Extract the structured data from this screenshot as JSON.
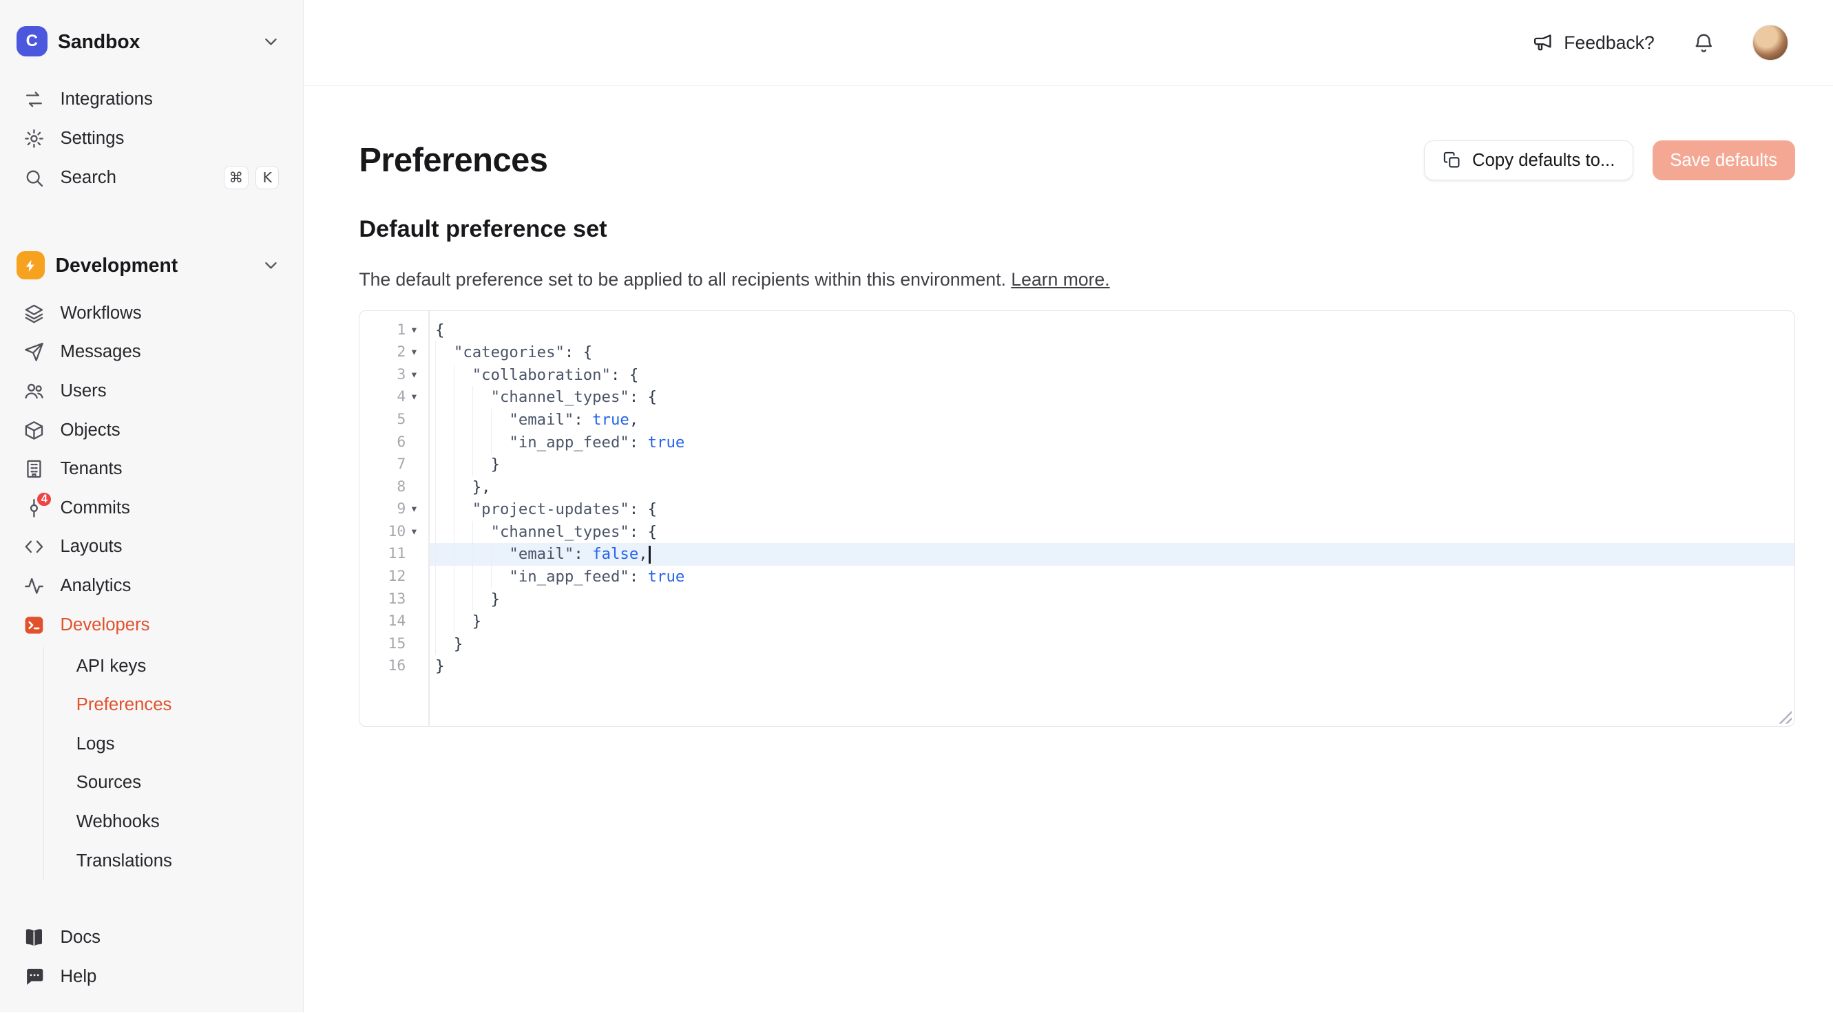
{
  "theme": {
    "accent": "#e0512c",
    "accent-soft": "#f4a893",
    "logo-bg": "#4b57dd",
    "env-icon-bg": "#f6a21e",
    "badge-bg": "#ef4444",
    "active-line-bg": "#eaf2fc",
    "code-key": "#4a5568",
    "code-punct": "#2d3a4a",
    "code-bool": "#2563eb"
  },
  "workspace": {
    "name": "Sandbox",
    "logo_letter": "C"
  },
  "sidebar": {
    "top_items": [
      {
        "label": "Integrations",
        "icon": "integrations-icon"
      },
      {
        "label": "Settings",
        "icon": "gear-icon"
      },
      {
        "label": "Search",
        "icon": "search-icon",
        "shortcut": [
          "⌘",
          "K"
        ]
      }
    ],
    "environment": {
      "name": "Development"
    },
    "env_items": [
      {
        "label": "Workflows",
        "icon": "workflows-icon"
      },
      {
        "label": "Messages",
        "icon": "messages-icon"
      },
      {
        "label": "Users",
        "icon": "users-icon"
      },
      {
        "label": "Objects",
        "icon": "objects-icon"
      },
      {
        "label": "Tenants",
        "icon": "tenants-icon"
      },
      {
        "label": "Commits",
        "icon": "commits-icon",
        "badge": "4"
      },
      {
        "label": "Layouts",
        "icon": "layouts-icon"
      },
      {
        "label": "Analytics",
        "icon": "analytics-icon"
      },
      {
        "label": "Developers",
        "icon": "developers-icon",
        "active": true
      }
    ],
    "developer_subitems": [
      {
        "label": "API keys"
      },
      {
        "label": "Preferences",
        "active": true
      },
      {
        "label": "Logs"
      },
      {
        "label": "Sources"
      },
      {
        "label": "Webhooks"
      },
      {
        "label": "Translations"
      }
    ],
    "bottom_items": [
      {
        "label": "Docs",
        "icon": "docs-icon"
      },
      {
        "label": "Help",
        "icon": "help-icon"
      }
    ]
  },
  "header": {
    "feedback_label": "Feedback?"
  },
  "page": {
    "title": "Preferences",
    "copy_button_label": "Copy defaults to...",
    "save_button_label": "Save defaults",
    "section_title": "Default preference set",
    "description": "The default preference set to be applied to all recipients within this environment.",
    "learn_more_label": "Learn more."
  },
  "editor": {
    "active_line": 11,
    "lines": [
      {
        "n": 1,
        "indent": 0,
        "fold": true,
        "tokens": [
          [
            "{",
            "punct"
          ]
        ]
      },
      {
        "n": 2,
        "indent": 1,
        "fold": true,
        "tokens": [
          [
            "\"categories\"",
            "key"
          ],
          [
            ": ",
            "punct"
          ],
          [
            "{",
            "punct"
          ]
        ]
      },
      {
        "n": 3,
        "indent": 2,
        "fold": true,
        "tokens": [
          [
            "\"collaboration\"",
            "key"
          ],
          [
            ": ",
            "punct"
          ],
          [
            "{",
            "punct"
          ]
        ]
      },
      {
        "n": 4,
        "indent": 3,
        "fold": true,
        "tokens": [
          [
            "\"channel_types\"",
            "key"
          ],
          [
            ": ",
            "punct"
          ],
          [
            "{",
            "punct"
          ]
        ]
      },
      {
        "n": 5,
        "indent": 4,
        "tokens": [
          [
            "\"email\"",
            "key"
          ],
          [
            ": ",
            "punct"
          ],
          [
            "true",
            "bool"
          ],
          [
            ",",
            "punct"
          ]
        ]
      },
      {
        "n": 6,
        "indent": 4,
        "tokens": [
          [
            "\"in_app_feed\"",
            "key"
          ],
          [
            ": ",
            "punct"
          ],
          [
            "true",
            "bool"
          ]
        ]
      },
      {
        "n": 7,
        "indent": 3,
        "tokens": [
          [
            "}",
            "punct"
          ]
        ]
      },
      {
        "n": 8,
        "indent": 2,
        "tokens": [
          [
            "},",
            "punct"
          ]
        ]
      },
      {
        "n": 9,
        "indent": 2,
        "fold": true,
        "tokens": [
          [
            "\"project-updates\"",
            "key"
          ],
          [
            ": ",
            "punct"
          ],
          [
            "{",
            "punct"
          ]
        ]
      },
      {
        "n": 10,
        "indent": 3,
        "fold": true,
        "tokens": [
          [
            "\"channel_types\"",
            "key"
          ],
          [
            ": ",
            "punct"
          ],
          [
            "{",
            "punct"
          ]
        ]
      },
      {
        "n": 11,
        "indent": 4,
        "cursor": true,
        "tokens": [
          [
            "\"email\"",
            "key"
          ],
          [
            ": ",
            "punct"
          ],
          [
            "false",
            "bool"
          ],
          [
            ",",
            "punct"
          ]
        ]
      },
      {
        "n": 12,
        "indent": 4,
        "tokens": [
          [
            "\"in_app_feed\"",
            "key"
          ],
          [
            ": ",
            "punct"
          ],
          [
            "true",
            "bool"
          ]
        ]
      },
      {
        "n": 13,
        "indent": 3,
        "tokens": [
          [
            "}",
            "punct"
          ]
        ]
      },
      {
        "n": 14,
        "indent": 2,
        "tokens": [
          [
            "}",
            "punct"
          ]
        ]
      },
      {
        "n": 15,
        "indent": 1,
        "tokens": [
          [
            "}",
            "punct"
          ]
        ]
      },
      {
        "n": 16,
        "indent": 0,
        "tokens": [
          [
            "}",
            "punct"
          ]
        ]
      }
    ]
  }
}
